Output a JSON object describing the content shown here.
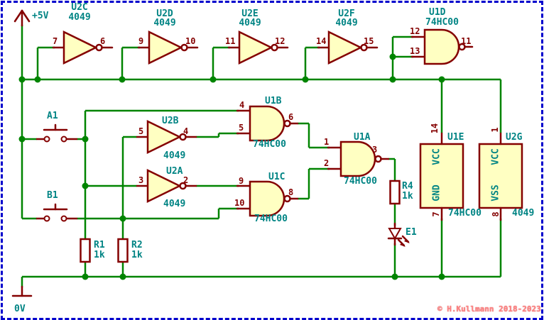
{
  "power": {
    "vcc_label": "+5V",
    "gnd_label": "0V"
  },
  "gates": {
    "u2c": {
      "ref": "U2C",
      "value": "4049",
      "pin_in": "7",
      "pin_out": "6"
    },
    "u2d": {
      "ref": "U2D",
      "value": "4049",
      "pin_in": "9",
      "pin_out": "10"
    },
    "u2e": {
      "ref": "U2E",
      "value": "4049",
      "pin_in": "11",
      "pin_out": "12"
    },
    "u2f": {
      "ref": "U2F",
      "value": "4049",
      "pin_in": "14",
      "pin_out": "15"
    },
    "u1d": {
      "ref": "U1D",
      "value": "74HC00",
      "pin_in1": "12",
      "pin_in2": "13",
      "pin_out": "11"
    },
    "u2b": {
      "ref": "U2B",
      "value": "4049",
      "pin_in": "5",
      "pin_out": "4"
    },
    "u2a": {
      "ref": "U2A",
      "value": "4049",
      "pin_in": "3",
      "pin_out": "2"
    },
    "u1b": {
      "ref": "U1B",
      "value": "74HC00",
      "pin_in1": "4",
      "pin_in2": "5",
      "pin_out": "6"
    },
    "u1c": {
      "ref": "U1C",
      "value": "74HC00",
      "pin_in1": "9",
      "pin_in2": "10",
      "pin_out": "8"
    },
    "u1a": {
      "ref": "U1A",
      "value": "74HC00",
      "pin_in1": "1",
      "pin_in2": "2",
      "pin_out": "3"
    }
  },
  "buttons": {
    "a1": {
      "ref": "A1"
    },
    "b1": {
      "ref": "B1"
    }
  },
  "resistors": {
    "r1": {
      "ref": "R1",
      "value": "1k"
    },
    "r2": {
      "ref": "R2",
      "value": "1k"
    },
    "r4": {
      "ref": "R4",
      "value": "1k"
    }
  },
  "led": {
    "ref": "E1"
  },
  "power_units": {
    "u1e": {
      "ref": "U1E",
      "value": "74HC00",
      "pin_top": "14",
      "pin_bottom": "7",
      "label_top": "VCC",
      "label_bottom": "GND"
    },
    "u2g": {
      "ref": "U2G",
      "value": "4049",
      "pin_top": "1",
      "pin_bottom": "8",
      "label_top": "VCC",
      "label_bottom": "VSS"
    }
  },
  "copyright": "© H.Kullmann 2018-2023",
  "colors": {
    "wire": "#008400",
    "component": "#840000",
    "label": "#008484",
    "fill": "#FFFFC2",
    "resistor_fill": "#FFFFFF",
    "border": "#0000CC",
    "copyright": "#FF8484",
    "background": "#FFFFFF"
  }
}
